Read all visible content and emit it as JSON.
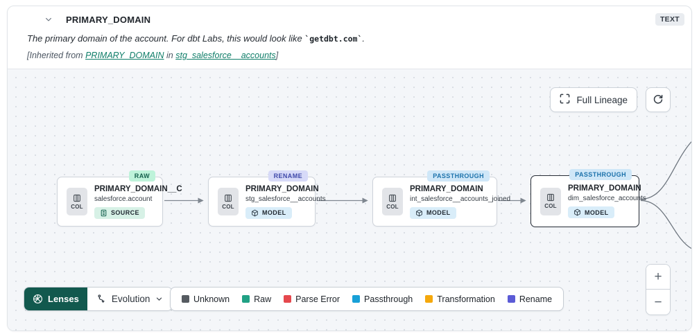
{
  "header": {
    "title": "PRIMARY_DOMAIN",
    "type_badge": "TEXT",
    "description_text": "The primary domain of the account. For dbt Labs, this would look like ",
    "description_code": "`getdbt.com`",
    "description_suffix": ".",
    "inherited_prefix": "[Inherited from ",
    "inherited_link_column": "PRIMARY_DOMAIN",
    "inherited_middle": " in ",
    "inherited_link_model": "stg_salesforce__accounts",
    "inherited_suffix": "]"
  },
  "canvas": {
    "full_lineage_label": "Full Lineage",
    "icons": {
      "expand": "expand-icon",
      "refresh": "refresh-icon",
      "column": "column-icon",
      "source": "source-icon",
      "model": "cube-icon"
    },
    "nodes": [
      {
        "badge": "RAW",
        "badge_type": "raw",
        "col_label": "COL",
        "title": "PRIMARY_DOMAIN__C",
        "subtitle": "salesforce.account",
        "kind": "SOURCE",
        "kind_type": "source",
        "selected": false
      },
      {
        "badge": "RENAME",
        "badge_type": "rename",
        "col_label": "COL",
        "title": "PRIMARY_DOMAIN",
        "subtitle": "stg_salesforce__accounts",
        "kind": "MODEL",
        "kind_type": "model",
        "selected": false
      },
      {
        "badge": "PASSTHROUGH",
        "badge_type": "passthrough",
        "col_label": "COL",
        "title": "PRIMARY_DOMAIN",
        "subtitle": "int_salesforce__accounts_joined",
        "kind": "MODEL",
        "kind_type": "model",
        "selected": false
      },
      {
        "badge": "PASSTHROUGH",
        "badge_type": "passthrough",
        "col_label": "COL",
        "title": "PRIMARY_DOMAIN",
        "subtitle": "dim_salesforce_accounts",
        "kind": "MODEL",
        "kind_type": "model",
        "selected": true
      }
    ],
    "zoom_in_label": "+",
    "zoom_out_label": "−"
  },
  "toolbar": {
    "lenses_label": "Lenses",
    "lens_selected": "Evolution",
    "legend": [
      {
        "label": "Unknown",
        "color": "#565b61"
      },
      {
        "label": "Raw",
        "color": "#21a184"
      },
      {
        "label": "Parse Error",
        "color": "#e5484d"
      },
      {
        "label": "Passthrough",
        "color": "#18a0d7"
      },
      {
        "label": "Transformation",
        "color": "#f5a80c"
      },
      {
        "label": "Rename",
        "color": "#5b5bd6"
      }
    ]
  },
  "accent_colors": {
    "link_teal": "#0e7d68",
    "lenses_button_bg": "#12594e",
    "raw_badge_bg": "#bef3da",
    "rename_badge_bg": "#d7daf8",
    "passthrough_badge_bg": "#cfe7f8"
  }
}
